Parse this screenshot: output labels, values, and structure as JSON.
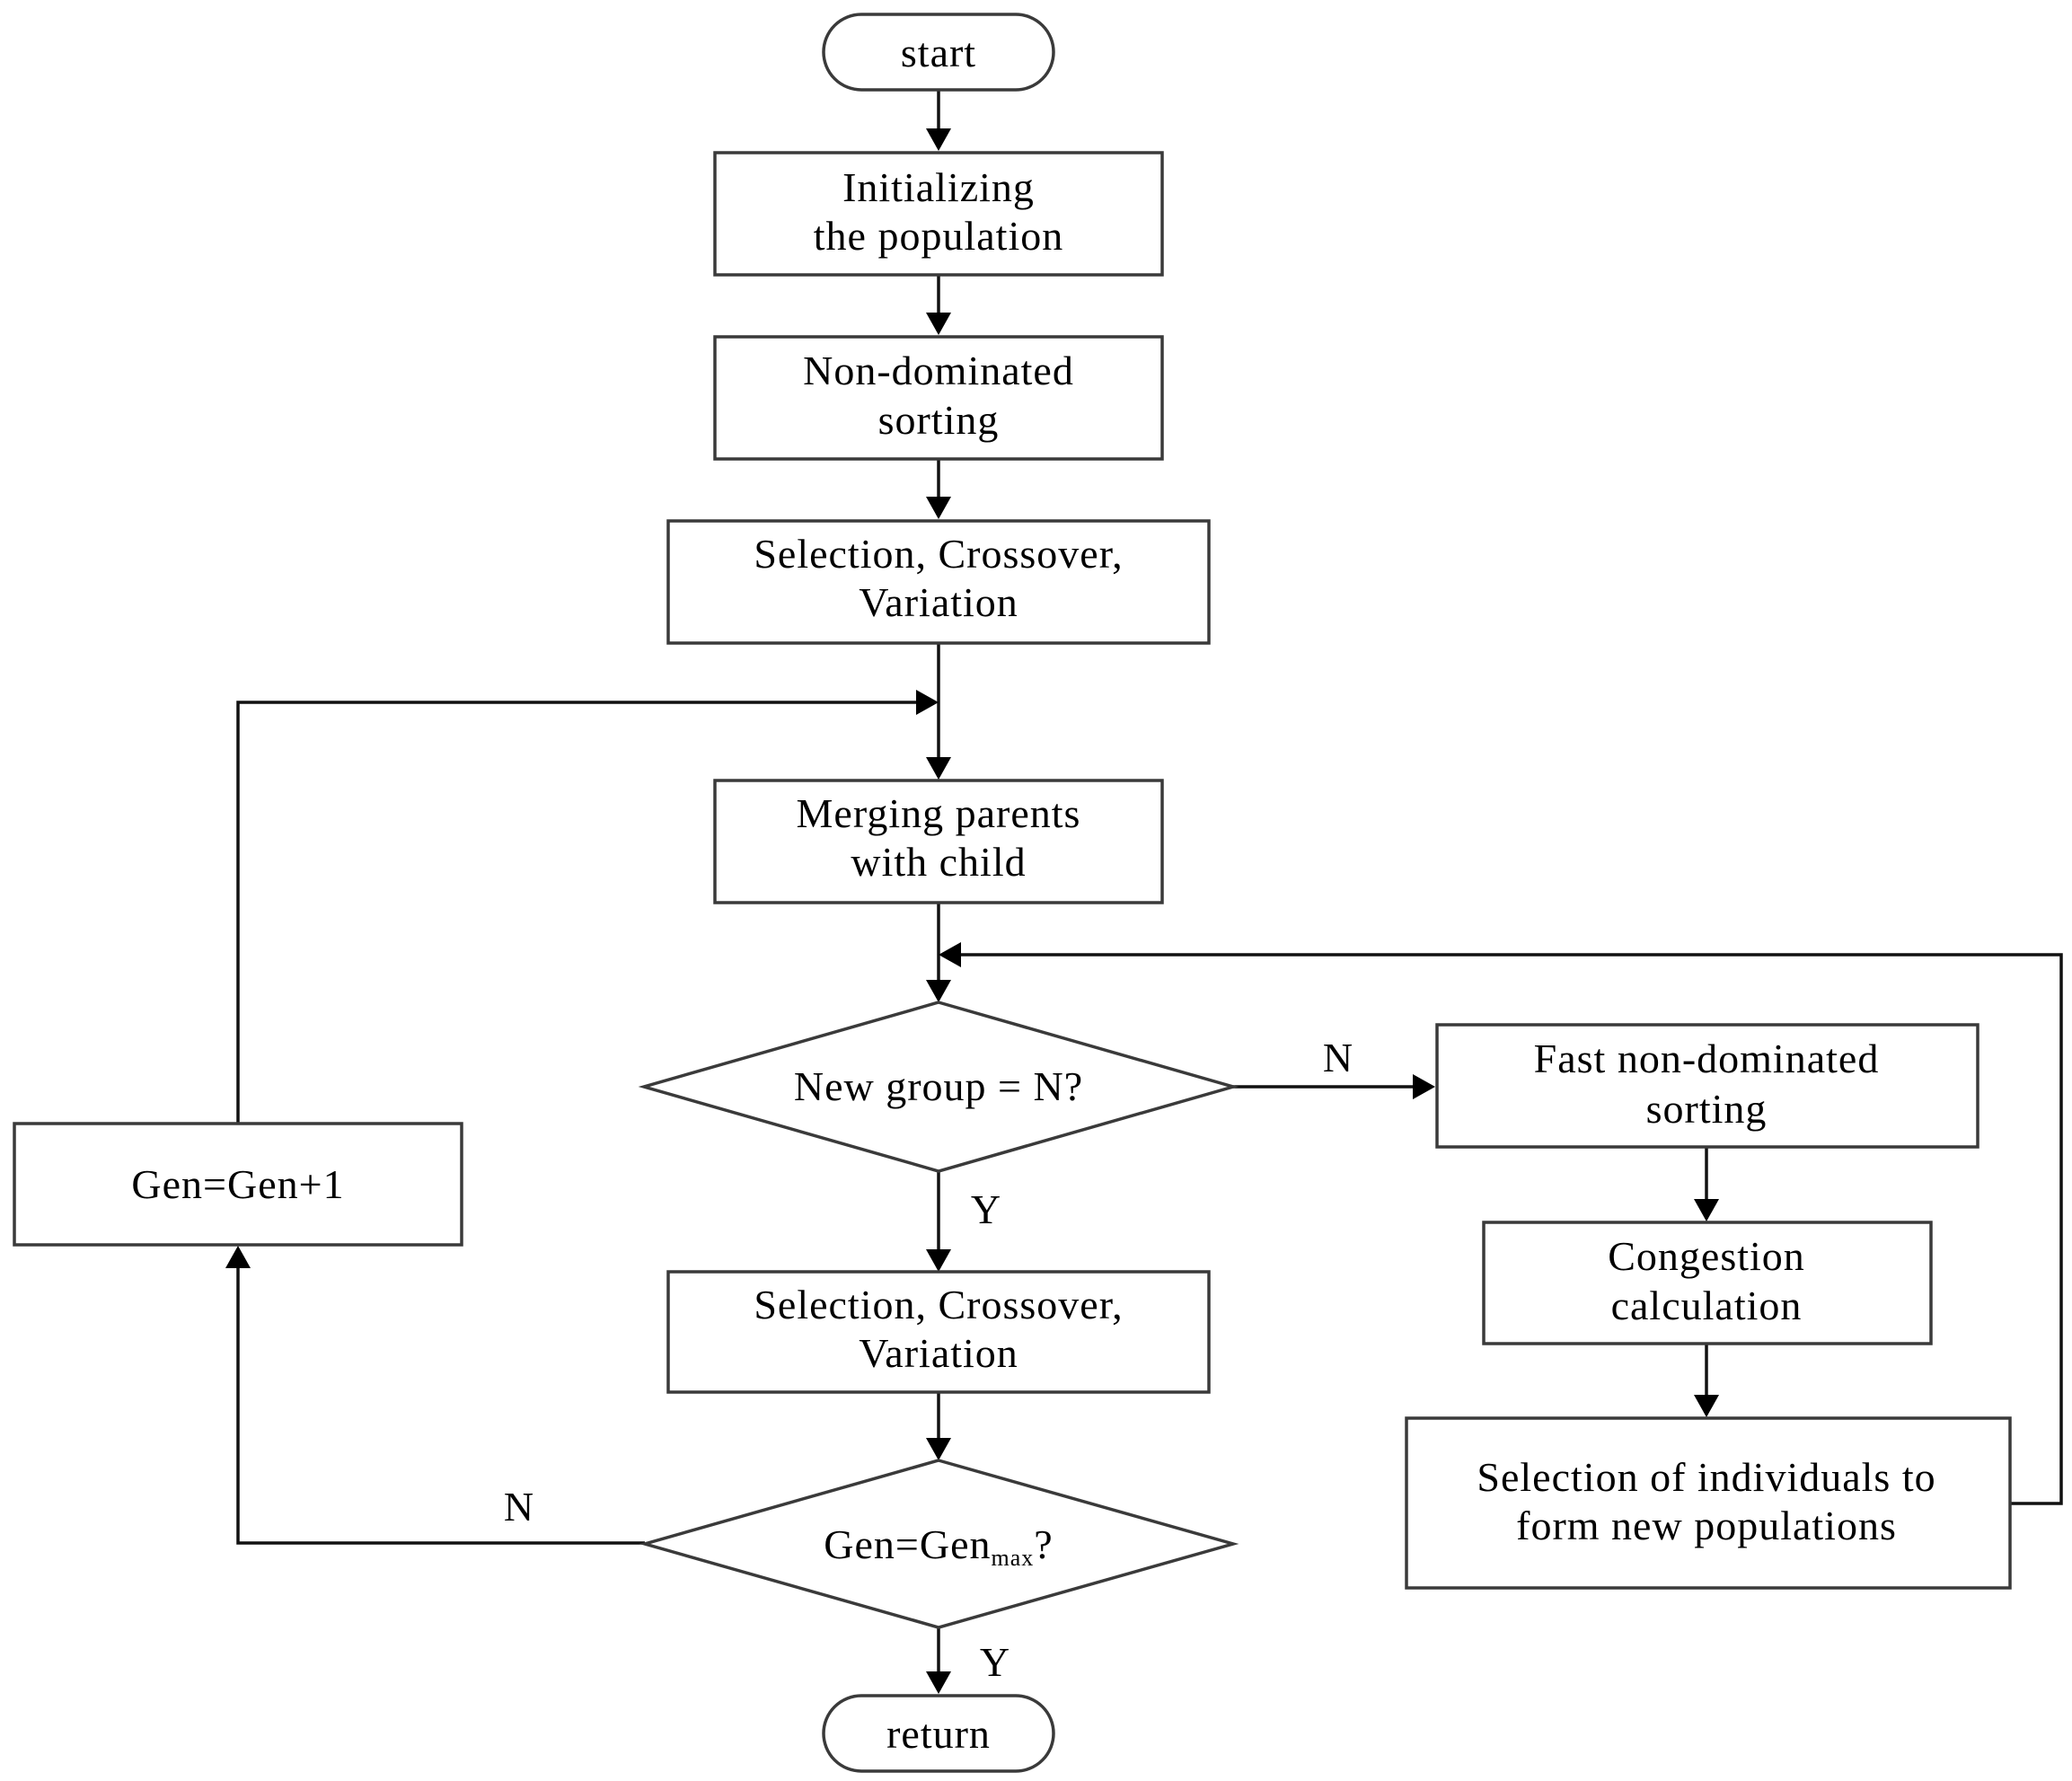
{
  "flowchart": {
    "start": "start",
    "init": [
      "Initializing",
      "the population"
    ],
    "nondom": [
      "Non-dominated",
      "sorting"
    ],
    "sel1": [
      "Selection, Crossover,",
      "Variation"
    ],
    "merge": [
      "Merging parents",
      "with child"
    ],
    "newgroup": "New group = N?",
    "fast": [
      "Fast non-dominated",
      "sorting"
    ],
    "congestion": [
      "Congestion",
      "calculation"
    ],
    "selind": [
      "Selection of individuals to",
      "form new populations"
    ],
    "sel2": [
      "Selection, Crossover,",
      "Variation"
    ],
    "gencheck": {
      "main": "Gen=Gen",
      "sub": "max",
      "tail": "?"
    },
    "geninc": "Gen=Gen+1",
    "ret": "return",
    "labels": {
      "newgroup_no": "N",
      "newgroup_yes": "Y",
      "gencheck_no": "N",
      "gencheck_yes": "Y"
    }
  }
}
